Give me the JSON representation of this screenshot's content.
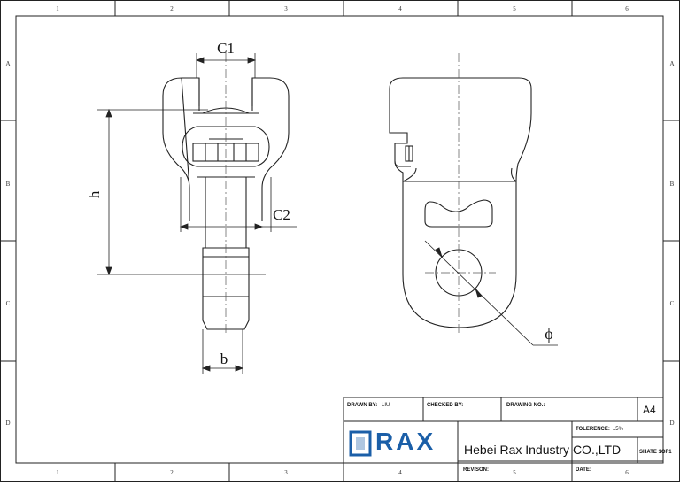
{
  "zones": {
    "columns": [
      "1",
      "2",
      "3",
      "4",
      "5",
      "6"
    ],
    "rows": [
      "A",
      "B",
      "C",
      "D"
    ]
  },
  "dimensions": {
    "c1": "C1",
    "c2": "C2",
    "h": "h",
    "b": "b",
    "phi": "ϕ"
  },
  "title_block": {
    "drawn_by_label": "DRAWN BY:",
    "drawn_by_value": "LIU",
    "checked_by_label": "CHECKED BY:",
    "drawing_no_label": "DRAWING NO.:",
    "sheet_size": "A4",
    "tolerance_label": "TOLERENCE:",
    "tolerance_value": "±5%",
    "company": "Hebei Rax Industry CO.,LTD",
    "sheet_label": "SHATE 1OF1",
    "revision_label": "REVISON:",
    "date_label": "DATE:",
    "logo_text": "RAX"
  },
  "colors": {
    "line": "#222222",
    "logo_blue": "#1b5fa8"
  }
}
